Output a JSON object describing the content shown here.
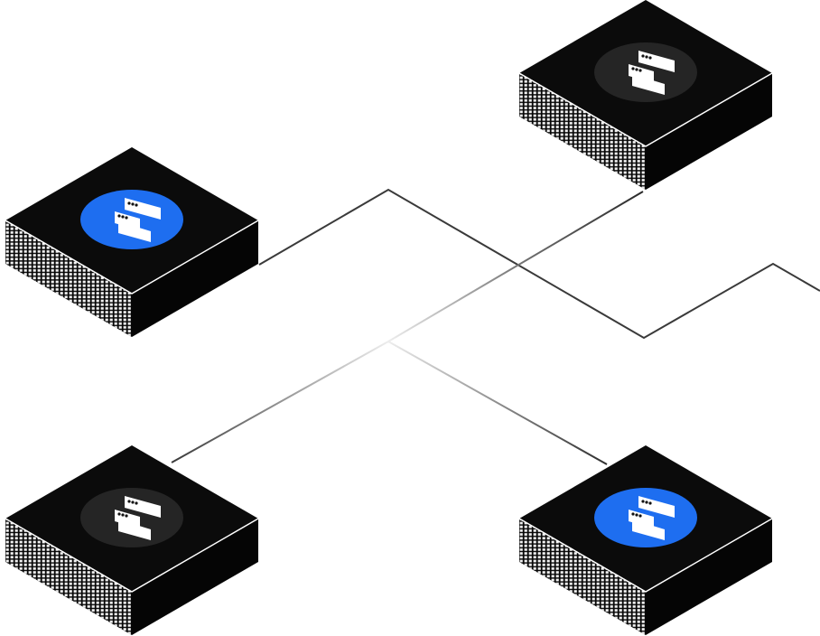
{
  "diagram": {
    "colors": {
      "background": "#ffffff",
      "server_top": "#0b0b0b",
      "server_front": "#050505",
      "server_side": "#050505",
      "server_top_edge": "#ffffff",
      "rack_hatching": "#ffffff",
      "icon_glyph": "#ffffff",
      "active_badge": "#1e6ef0",
      "idle_badge": "#252525",
      "link_dark": "#3a3a3a",
      "link_fade": "#e6e6e6"
    },
    "servers": [
      {
        "id": "server-top-right",
        "icon": "server-rack-icon",
        "status": "idle"
      },
      {
        "id": "server-mid-left",
        "icon": "server-rack-icon",
        "status": "active"
      },
      {
        "id": "server-bottom-left",
        "icon": "server-rack-icon",
        "status": "idle"
      },
      {
        "id": "server-bottom-right",
        "icon": "server-rack-icon",
        "status": "active"
      }
    ],
    "links": [
      {
        "id": "link-mid-left-to-offscreen-right",
        "from": "server-mid-left",
        "to": "offscreen-right"
      },
      {
        "id": "link-top-right-to-bottom-left",
        "from": "server-top-right",
        "to": "server-bottom-left"
      },
      {
        "id": "link-hub-to-bottom-right",
        "from": "hub",
        "to": "server-bottom-right"
      }
    ]
  }
}
